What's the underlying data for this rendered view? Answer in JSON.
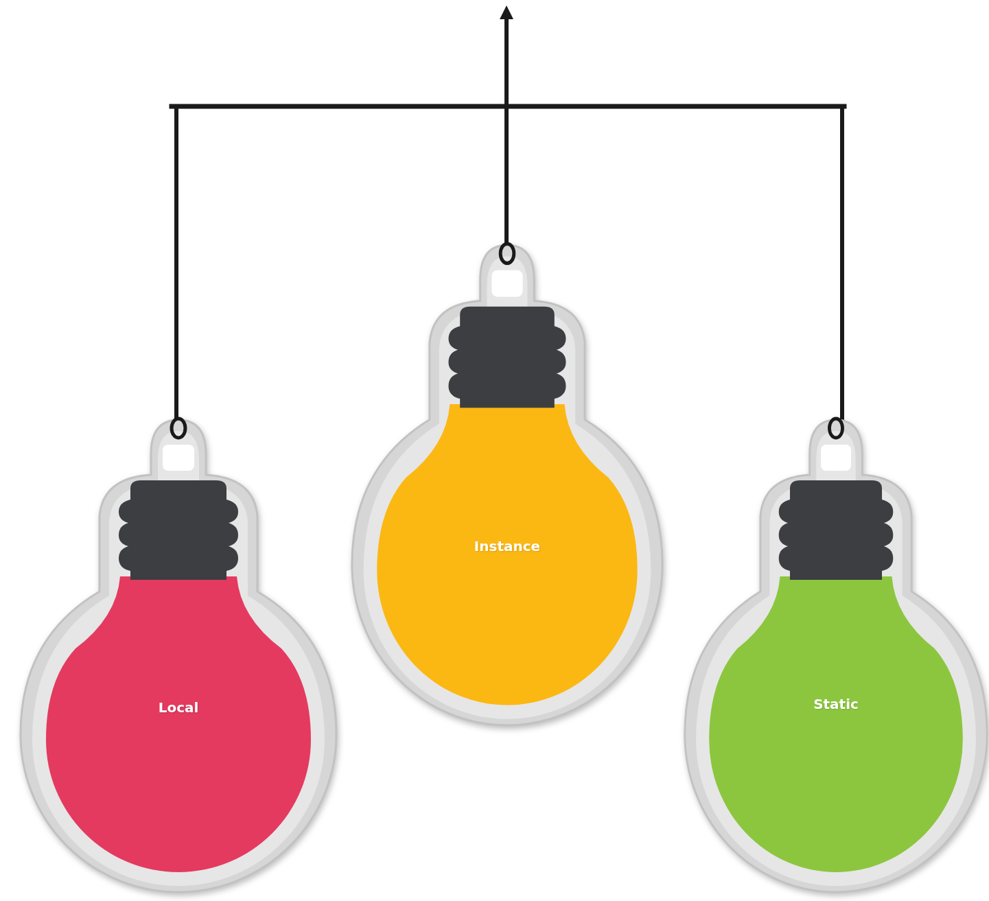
{
  "diagram": {
    "nodes": [
      {
        "text": [
          "Local"
        ]
      },
      {
        "text": [
          "Instance"
        ]
      },
      {
        "text": [
          "Static"
        ]
      }
    ]
  }
}
